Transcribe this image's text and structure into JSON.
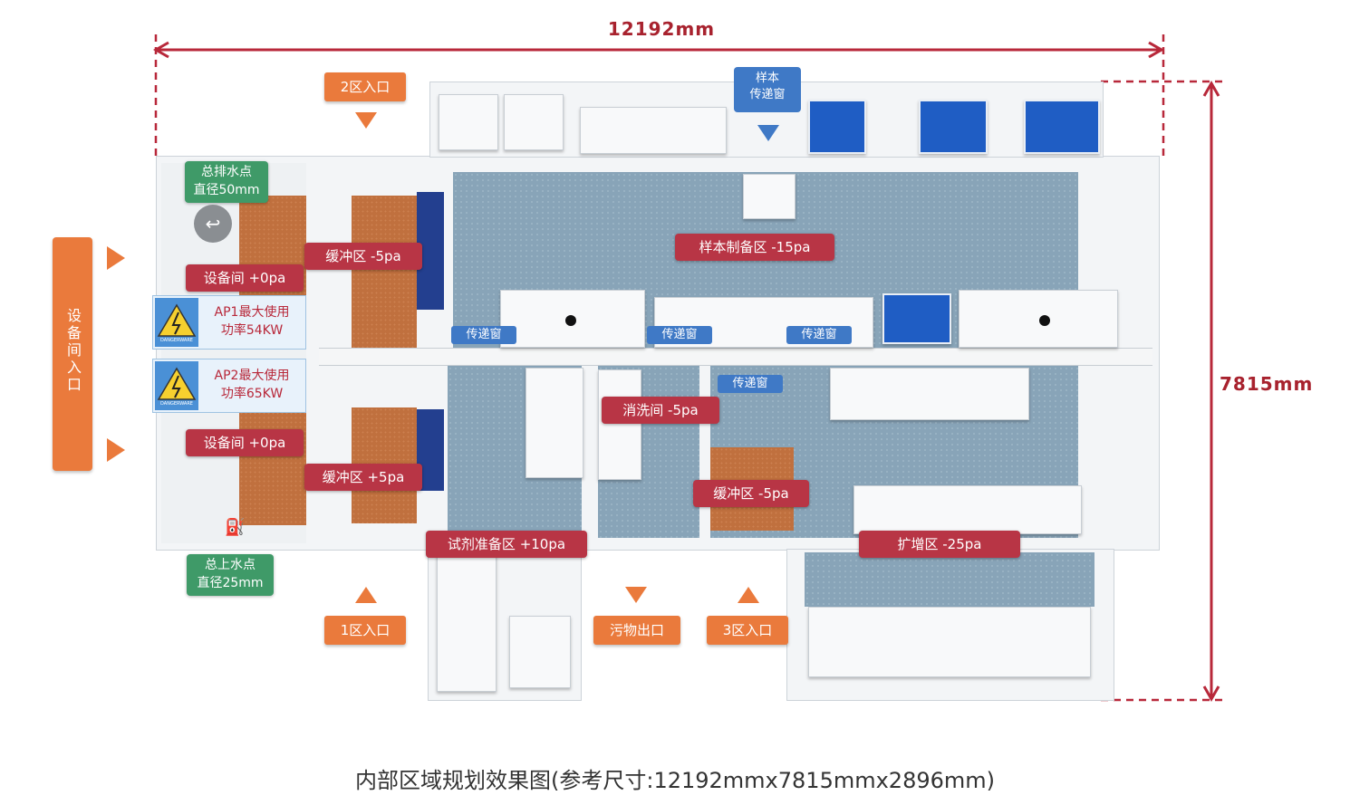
{
  "dimensions": {
    "width_label": "12192mm",
    "depth_label": "7815mm"
  },
  "entrances": {
    "zone2": "2区入口",
    "zone1": "1区入口",
    "zone3": "3区入口",
    "waste_exit": "污物出口",
    "equipment_room_entry": "设备间入口"
  },
  "rooms": {
    "sample_prep": "样本制备区 -15pa",
    "buffer_top": "缓冲区 -5pa",
    "equip_top": "设备间 +0pa",
    "equip_bottom": "设备间 +0pa",
    "buffer_bottom_left": "缓冲区 +5pa",
    "washing": "消洗间 -5pa",
    "buffer_center": "缓冲区 -5pa",
    "reagent_prep": "试剂准备区 +10pa",
    "amplification": "扩增区 -25pa"
  },
  "utilities": {
    "drain_line1": "总排水点",
    "drain_line2": "直径50mm",
    "water_line1": "总上水点",
    "water_line2": "直径25mm"
  },
  "power": {
    "ap1_line1": "AP1最大使用",
    "ap1_line2": "功率54KW",
    "ap2_line1": "AP2最大使用",
    "ap2_line2": "功率65KW",
    "danger_tag": "DANGERWARE"
  },
  "pass_windows": {
    "sample_line1": "样本",
    "sample_line2": "传递窗",
    "pw1": "传递窗",
    "pw2": "传递窗",
    "pw3": "传递窗",
    "pw4": "传递窗"
  },
  "caption": "内部区域规划效果图(参考尺寸:12192mmx7815mmx2896mm)",
  "colors": {
    "dimension_red": "#b8283a",
    "room_label_red": "#b83545",
    "entrance_orange": "#ea7a3c",
    "utility_green": "#3f9a68",
    "pass_window_blue": "#3f79c6",
    "floor_blue_grey": "#88a4b8",
    "buffer_floor_wood": "#c0703e"
  }
}
